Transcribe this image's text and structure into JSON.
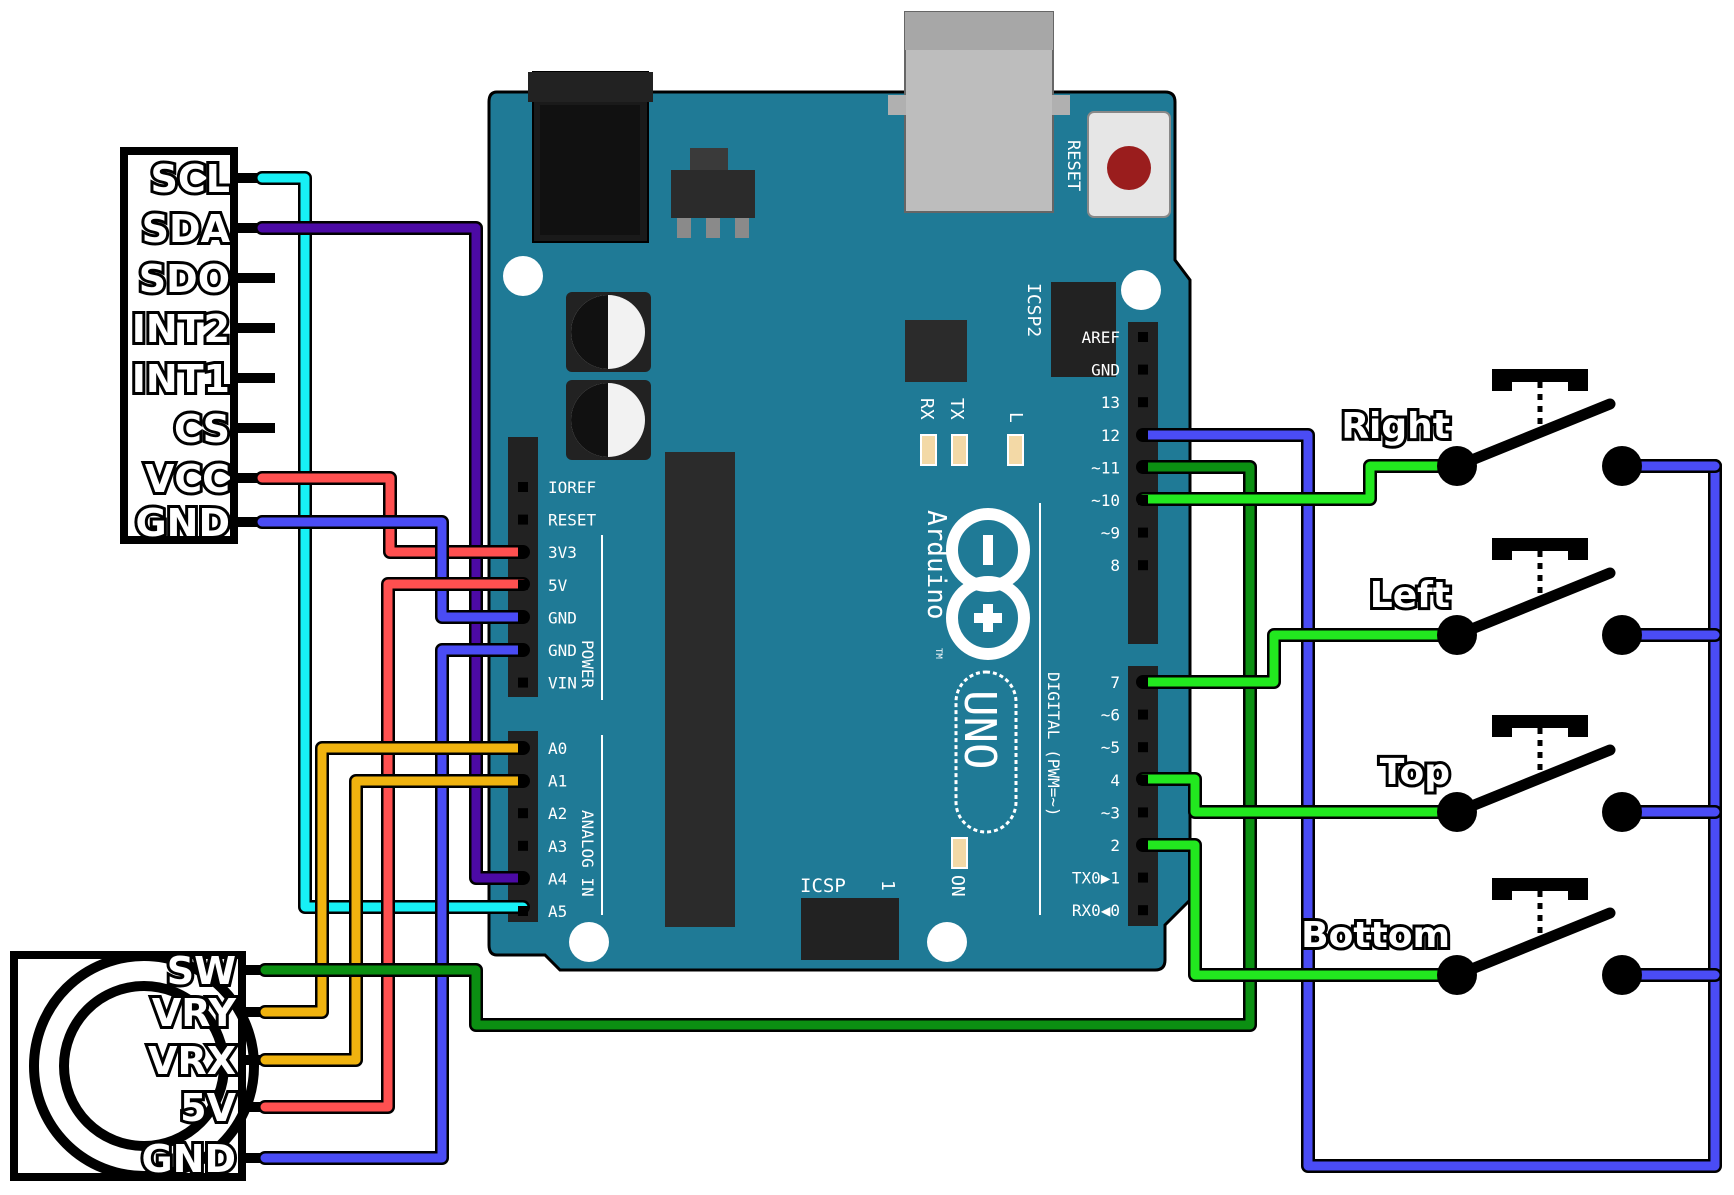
{
  "colors": {
    "board": "#1f7a96",
    "board_dark": "#135a70",
    "header": "#222222",
    "cyan": "#17f0f5",
    "purple": "#4c0aa5",
    "red": "#ff5050",
    "blue": "#4a4cf5",
    "yellow": "#f0b30f",
    "dark_green": "#0b8f12",
    "green": "#22e81f"
  },
  "accel_module": {
    "pins": [
      "SCL",
      "SDA",
      "SDO",
      "INT2",
      "INT1",
      "CS",
      "VCC",
      "GND"
    ]
  },
  "joystick_module": {
    "pins": [
      "SW",
      "VRY",
      "VRX",
      "5V",
      "GND"
    ]
  },
  "arduino": {
    "brand": "Arduino",
    "trademark": "TM",
    "model": "UNO",
    "reset_label": "RESET",
    "icsp_label": "ICSP",
    "icsp2_label": "ICSP2",
    "icsp_one": "1",
    "rx_label": "RX",
    "tx_label": "TX",
    "l_label": "L",
    "on_label": "ON",
    "power_label": "POWER",
    "analog_label": "ANALOG IN",
    "digital_label": "DIGITAL (PWM=~)",
    "power_pins": [
      "IOREF",
      "RESET",
      "3V3",
      "5V",
      "GND",
      "GND",
      "VIN"
    ],
    "analog_pins": [
      "A0",
      "A1",
      "A2",
      "A3",
      "A4",
      "A5"
    ],
    "digital_upper_pins": [
      "AREF",
      "GND",
      "13",
      "12",
      "~11",
      "~10",
      "~9",
      "8"
    ],
    "digital_lower_pins": [
      "7",
      "~6",
      "~5",
      "4",
      "~3",
      "2",
      "TX0▶1",
      "RX0◀0"
    ]
  },
  "buttons": [
    {
      "label": "Right"
    },
    {
      "label": "Left"
    },
    {
      "label": "Top"
    },
    {
      "label": "Bottom"
    }
  ]
}
